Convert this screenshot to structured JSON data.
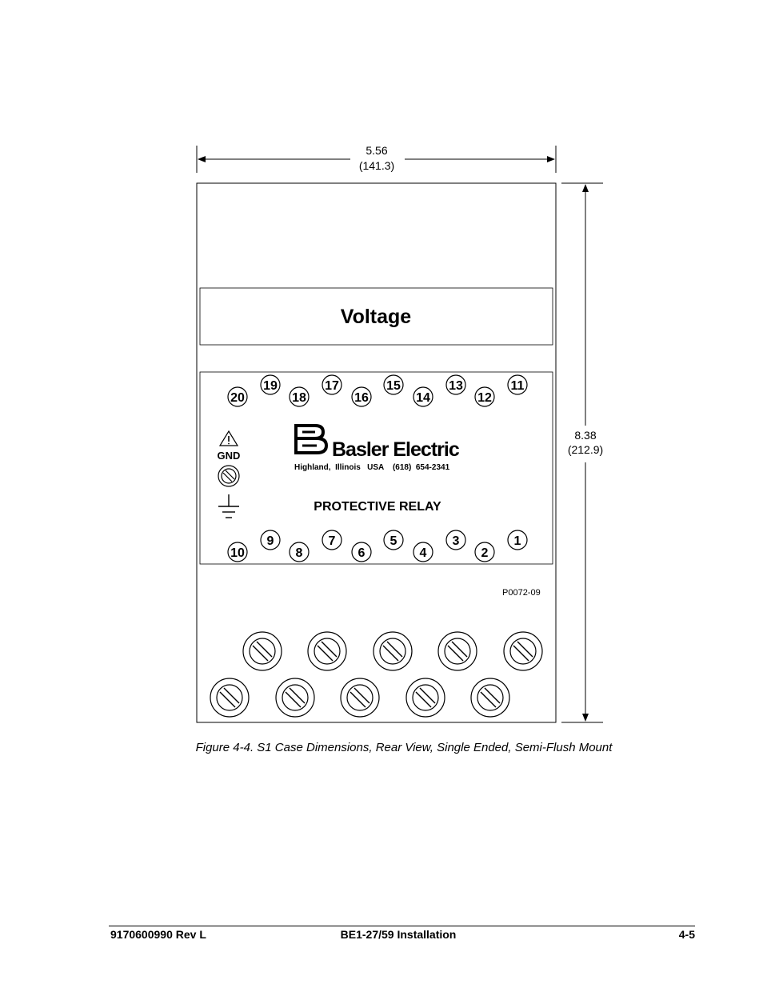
{
  "figure": {
    "width_dim": {
      "inches": "5.56",
      "mm": "(141.3)"
    },
    "height_dim": {
      "inches": "8.38",
      "mm": "(212.9)"
    },
    "label_panel": {
      "text": "Voltage"
    },
    "nameplate": {
      "brand": "Basler Electric",
      "address": "Highland,  Illinois   USA    (618)  654-2341",
      "product": "PROTECTIVE RELAY",
      "gnd_label": "GND"
    },
    "terminals_top_row_high": [
      "19",
      "17",
      "15",
      "13",
      "11"
    ],
    "terminals_top_row_low": [
      "20",
      "18",
      "16",
      "14",
      "12"
    ],
    "terminals_bottom_row_high": [
      "9",
      "7",
      "5",
      "3",
      "1"
    ],
    "terminals_bottom_row_low": [
      "10",
      "8",
      "6",
      "4",
      "2"
    ],
    "part_number": "P0072-09"
  },
  "caption": "Figure 4-4. S1 Case Dimensions, Rear View, Single Ended, Semi-Flush Mount",
  "footer": {
    "left": "9170600990 Rev L",
    "center": "BE1-27/59 Installation",
    "right": "4-5"
  }
}
